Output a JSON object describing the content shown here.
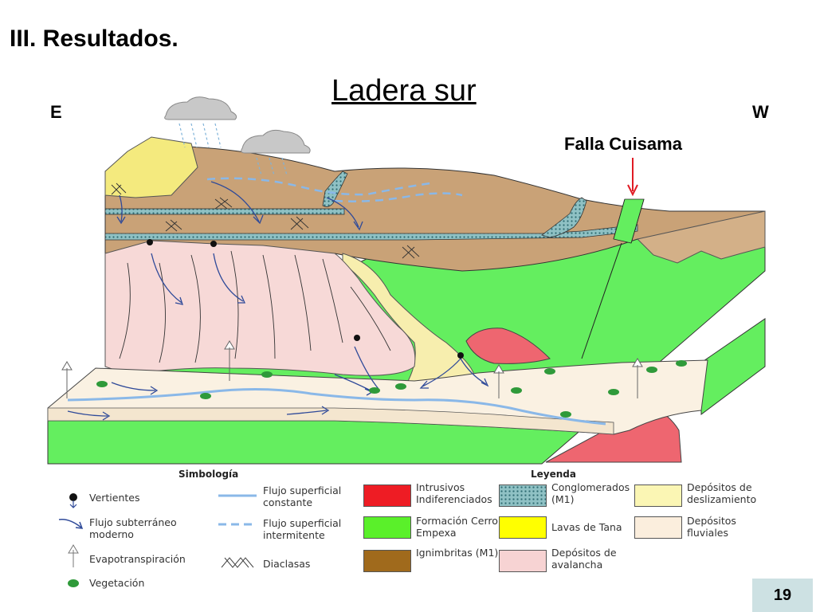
{
  "slide": {
    "title": "III. Resultados.",
    "subtitle": "Ladera sur",
    "page_number": "19"
  },
  "diagram": {
    "east_label": "E",
    "west_label": "W",
    "fault_label": "Falla Cuisama"
  },
  "simbologia": {
    "heading": "Simbología",
    "items": [
      {
        "icon": "spring-icon",
        "label": "Vertientes"
      },
      {
        "icon": "underground-flow-icon",
        "label": "Flujo subterráneo moderno"
      },
      {
        "icon": "evapotranspiration-icon",
        "label": "Evapotranspiración"
      },
      {
        "icon": "vegetation-icon",
        "label": "Vegetación"
      },
      {
        "icon": "constant-flow-icon",
        "label": "Flujo superficial constante"
      },
      {
        "icon": "intermittent-flow-icon",
        "label": "Flujo superficial intermitente"
      },
      {
        "icon": "joints-icon",
        "label": "Diaclasas"
      }
    ]
  },
  "leyenda": {
    "heading": "Leyenda",
    "items": [
      {
        "label": "Intrusivos Indiferenciados",
        "color": "#ee1c24"
      },
      {
        "label": "Formación Cerro Empexa",
        "color": "#5af02a"
      },
      {
        "label": "Ignimbritas (M1)",
        "color": "#a06a1c"
      },
      {
        "label": "Conglomerados (M1)",
        "color": "#6fa9ad"
      },
      {
        "label": "Lavas de Tana",
        "color": "#ffff00"
      },
      {
        "label": "Depósitos de avalancha",
        "color": "#f7d3d3"
      },
      {
        "label": "Depósitos de deslizamiento",
        "color": "#fbf6b4"
      },
      {
        "label": "Depósitos fluviales",
        "color": "#fbeedd"
      }
    ]
  },
  "colors": {
    "ignimbrite_top": "#c9a277",
    "empexa_green": "#64ee5f",
    "intrusive_red": "#ee6670",
    "avalanche_pink": "#f7d9d7",
    "landslide_yellow": "#f7eeae",
    "fluvial_cream": "#faf1e2",
    "lava_yellow": "#f4ea7e",
    "river_blue": "#8ab8e8",
    "slide_number_bg": "#cde1e3"
  }
}
